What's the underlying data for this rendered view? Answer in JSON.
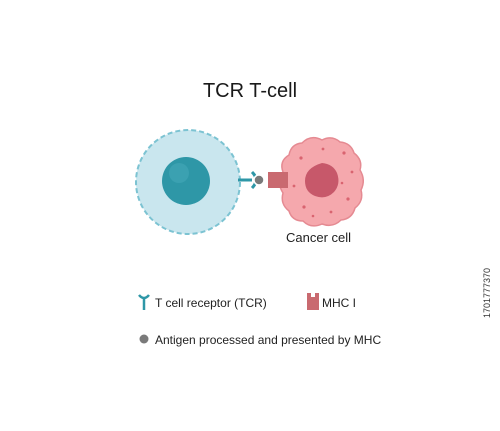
{
  "title": "TCR T-cell",
  "cancer_cell_label": "Cancer cell",
  "legend": {
    "tcr_label": "T cell receptor (TCR)",
    "mhc_label": "MHC I",
    "antigen_label": "Antigen processed and presented by MHC"
  },
  "side_id": "1701777370",
  "colors": {
    "t_cell_cytoplasm": "#c9e6ee",
    "t_cell_nucleus": "#2e97a7",
    "tcr": "#2e97a7",
    "cancer_cytoplasm": "#f5a8ad",
    "cancer_nucleus": "#c7586a",
    "mhc": "#c96a70",
    "antigen": "#7a7a7a"
  }
}
